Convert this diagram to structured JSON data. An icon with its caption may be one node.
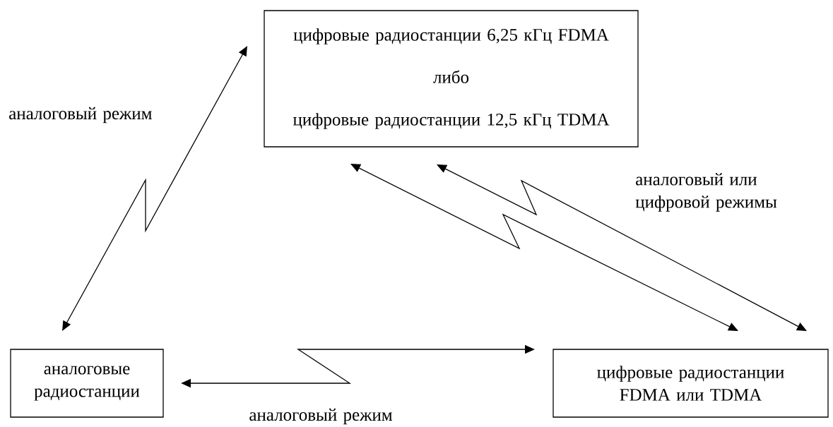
{
  "diagram": {
    "nodes": [
      {
        "text": [
          "цифровые радиостанции 6,25 кГц FDMA",
          "либо",
          "цифровые радиостанции 12,5 кГц TDMA"
        ]
      },
      {
        "text": [
          "аналоговые радиостанции"
        ]
      },
      {
        "text": [
          "цифровые радиостанции FDMA или TDMA"
        ]
      }
    ],
    "edges": [
      {
        "from": 0,
        "to": 1,
        "arrow": "both",
        "label": "аналоговый режим"
      },
      {
        "from": 1,
        "to": 2,
        "arrow": "both",
        "label": "аналоговый режим"
      },
      {
        "from": 0,
        "to": 2,
        "arrow": "both"
      },
      {
        "from": 0,
        "to": 2,
        "arrow": "both",
        "label": "аналоговый или цифровой режимы"
      }
    ]
  }
}
